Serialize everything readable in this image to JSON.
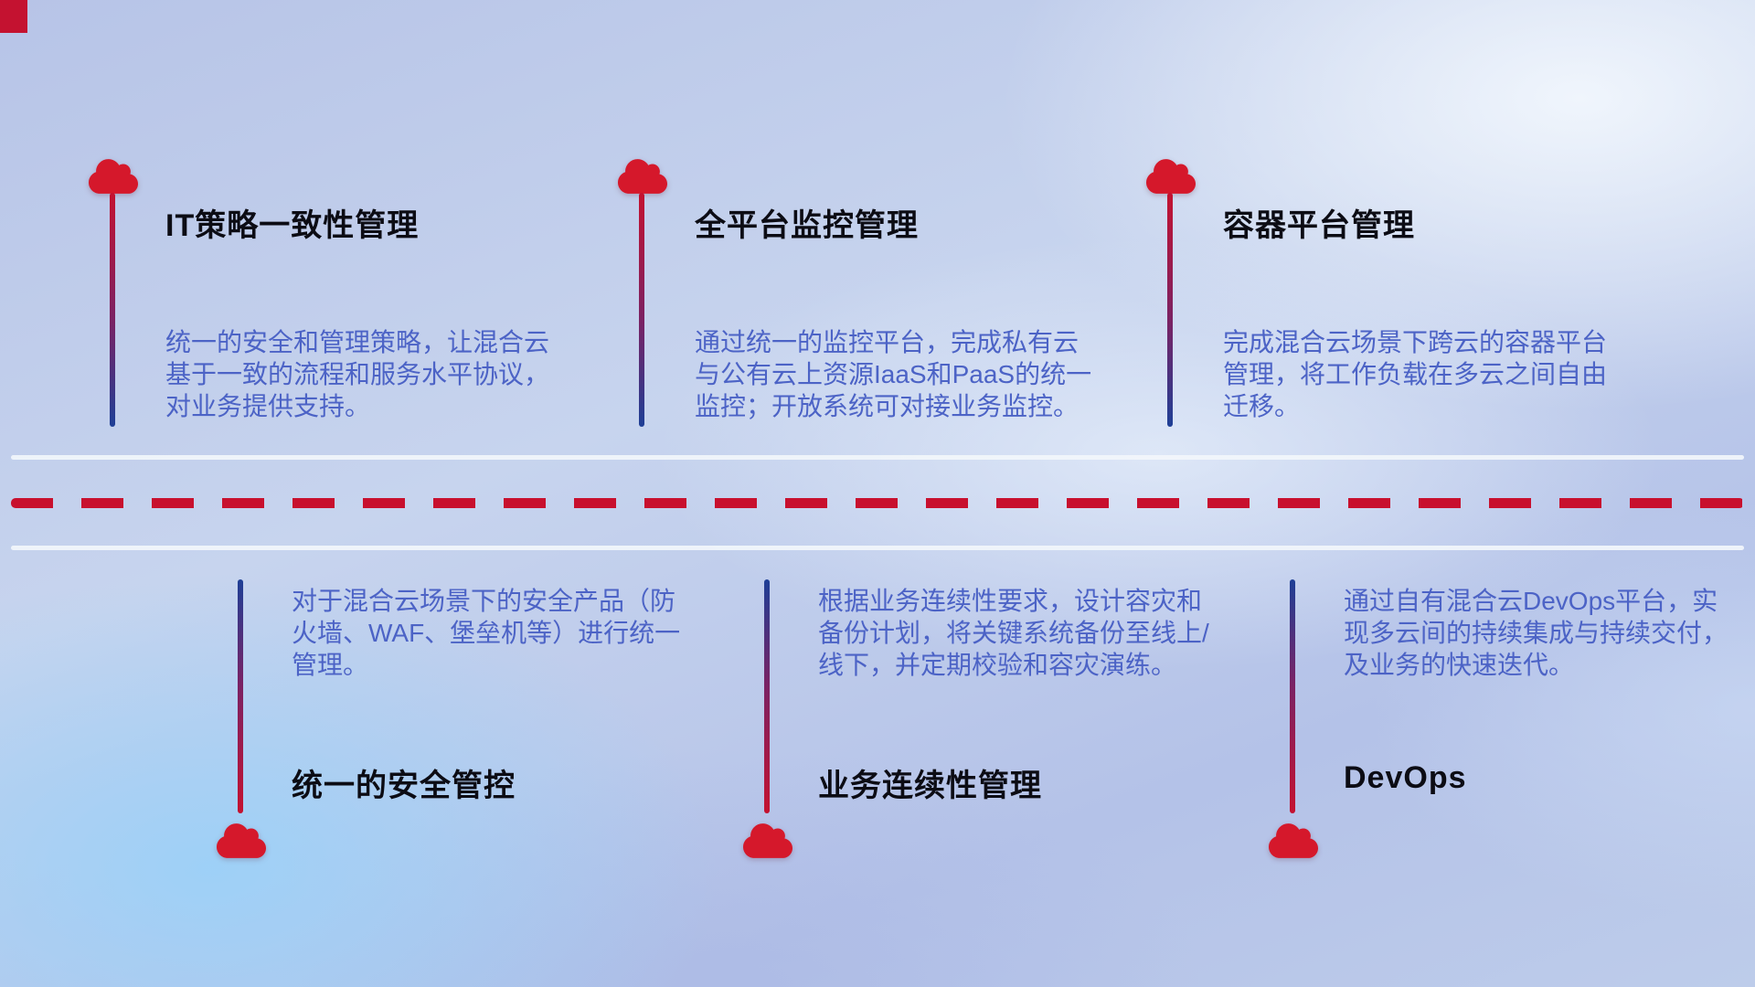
{
  "diagram": {
    "title_context": "hybrid-cloud-management-capabilities",
    "top_items": [
      {
        "title": "IT策略一致性管理",
        "description": "统一的安全和管理策略，让混合云基于一致的流程和服务水平协议，对业务提供支持。"
      },
      {
        "title": "全平台监控管理",
        "description": "通过统一的监控平台，完成私有云与公有云上资源IaaS和PaaS的统一监控；开放系统可对接业务监控。"
      },
      {
        "title": "容器平台管理",
        "description": "完成混合云场景下跨云的容器平台管理，将工作负载在多云之间自由迁移。"
      }
    ],
    "bottom_items": [
      {
        "title": "统一的安全管控",
        "description": "对于混合云场景下的安全产品（防火墙、WAF、堡垒机等）进行统一管理。"
      },
      {
        "title": "业务连续性管理",
        "description": "根据业务连续性要求，设计容灾和备份计划，将关键系统备份至线上/线下，并定期校验和容灾演练。"
      },
      {
        "title": "DevOps",
        "description": "通过自有混合云DevOps平台，实现多云间的持续集成与持续交付，及业务的快速迭代。"
      }
    ],
    "icons": {
      "cloud": "cloud-icon"
    },
    "colors": {
      "cloud_red": "#d5182b",
      "line_red": "#c41230",
      "line_blue": "#1e3f96",
      "dash_red": "#c8102e",
      "divider_white": "#f2f6fb",
      "title_color": "#0c0c14",
      "description_color": "#4c63c6"
    }
  }
}
